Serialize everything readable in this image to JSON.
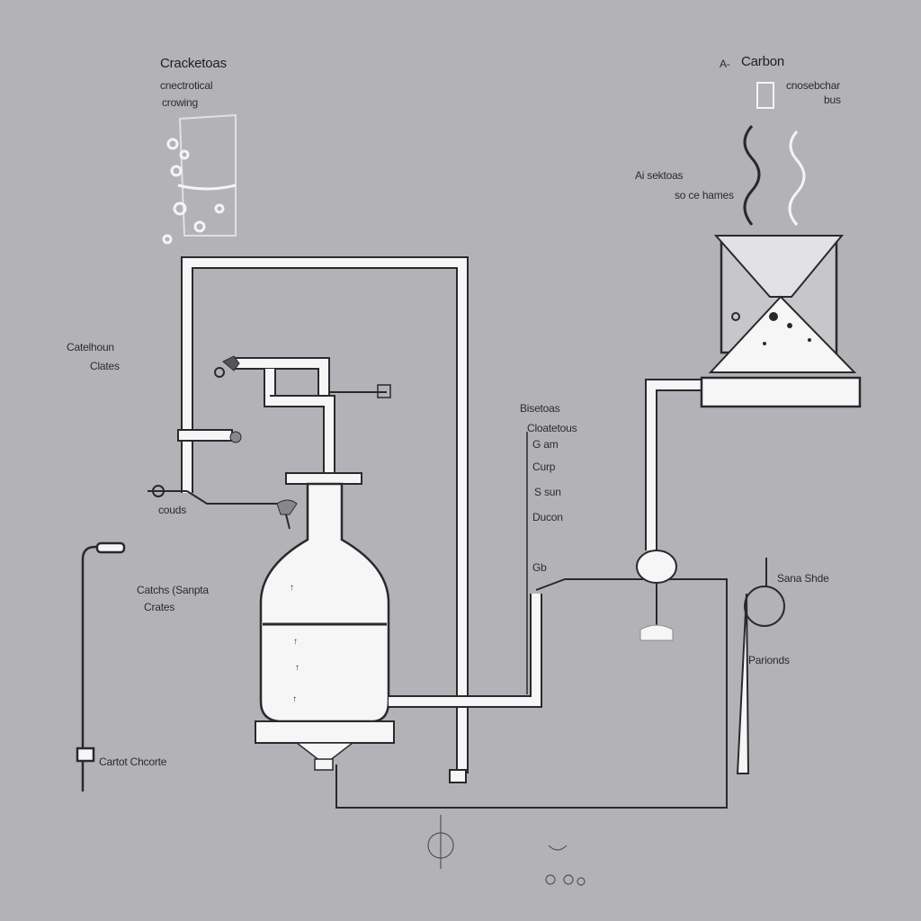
{
  "labels": {
    "top_left_title": "Cracketoas",
    "top_left_sub1": "cnectrotical",
    "top_left_sub2": "crowing",
    "top_right_title": "Carbon",
    "top_right_prefix": "A-",
    "top_right_sub1": "cnosebchar",
    "top_right_sub2": "bus",
    "right_mid_1": "Ai sektoas",
    "right_mid_2": "so ce hames",
    "left_mid_1": "Catelhoun",
    "left_mid_2": "Clates",
    "left_valve": "couds",
    "left_lower_1": "Catchs (Sanpta",
    "left_lower_2": "Crates",
    "bottom_left": "Cartot Chcorte",
    "center_1": "Bisetoas",
    "center_2": "Cloatetous",
    "center_3": "G am",
    "center_4": "Curp",
    "center_5": "S sun",
    "center_6": "Ducon",
    "center_7": "Gb",
    "right_lower_1": "Sana Shde",
    "right_lower_2": "Parionds"
  },
  "colors": {
    "background": "#b3b3b7",
    "line": "#2a2a2d",
    "fill": "#f6f6f6"
  }
}
